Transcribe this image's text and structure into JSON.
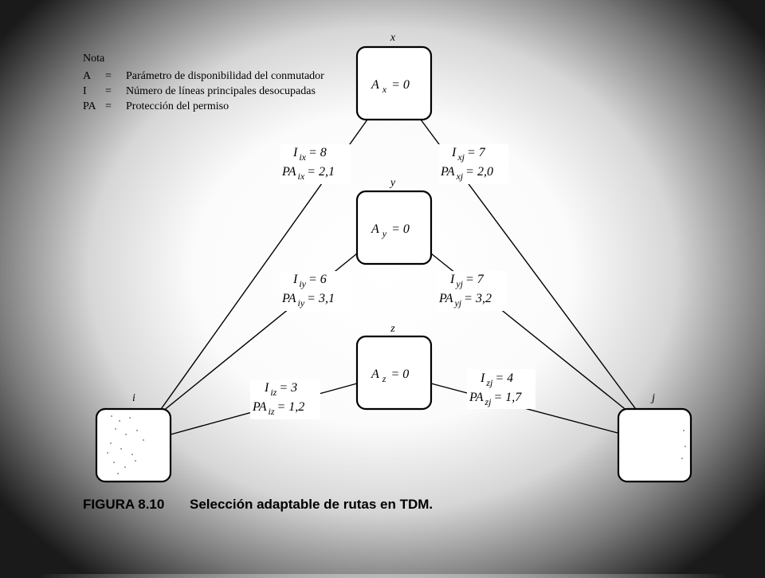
{
  "note": {
    "title": "Nota",
    "entries": [
      {
        "symbol": "A",
        "eq": "=",
        "text": "Parámetro de disponibilidad del conmutador"
      },
      {
        "symbol": "I",
        "eq": "=",
        "text": "Número de líneas principales desocupadas"
      },
      {
        "symbol": "PA",
        "eq": "=",
        "text": "Protección del permiso"
      }
    ]
  },
  "nodes": {
    "x": {
      "id": "x",
      "var": "A",
      "sub": "x",
      "value": "= 0"
    },
    "y": {
      "id": "y",
      "var": "A",
      "sub": "y",
      "value": "= 0"
    },
    "z": {
      "id": "z",
      "var": "A",
      "sub": "z",
      "value": "= 0"
    },
    "i": {
      "id": "i"
    },
    "j": {
      "id": "j"
    }
  },
  "links": {
    "ix": {
      "i_var": "I",
      "i_sub": "ix",
      "i_val": "= 8",
      "pa_var": "PA",
      "pa_sub": "ix",
      "pa_val": "= 2,1"
    },
    "xj": {
      "i_var": "I",
      "i_sub": "xj",
      "i_val": "= 7",
      "pa_var": "PA",
      "pa_sub": "xj",
      "pa_val": "= 2,0"
    },
    "iy": {
      "i_var": "I",
      "i_sub": "iy",
      "i_val": "= 6",
      "pa_var": "PA",
      "pa_sub": "iy",
      "pa_val": "= 3,1"
    },
    "yj": {
      "i_var": "I",
      "i_sub": "yj",
      "i_val": "= 7",
      "pa_var": "PA",
      "pa_sub": "yj",
      "pa_val": "= 3,2"
    },
    "iz": {
      "i_var": "I",
      "i_sub": "iz",
      "i_val": "= 3",
      "pa_var": "PA",
      "pa_sub": "iz",
      "pa_val": "= 1,2"
    },
    "zj": {
      "i_var": "I",
      "i_sub": "zj",
      "i_val": "= 4",
      "pa_var": "PA",
      "pa_sub": "zj",
      "pa_val": "= 1,7"
    }
  },
  "caption": {
    "figure": "FIGURA 8.10",
    "text": "Selección adaptable de rutas en TDM."
  }
}
